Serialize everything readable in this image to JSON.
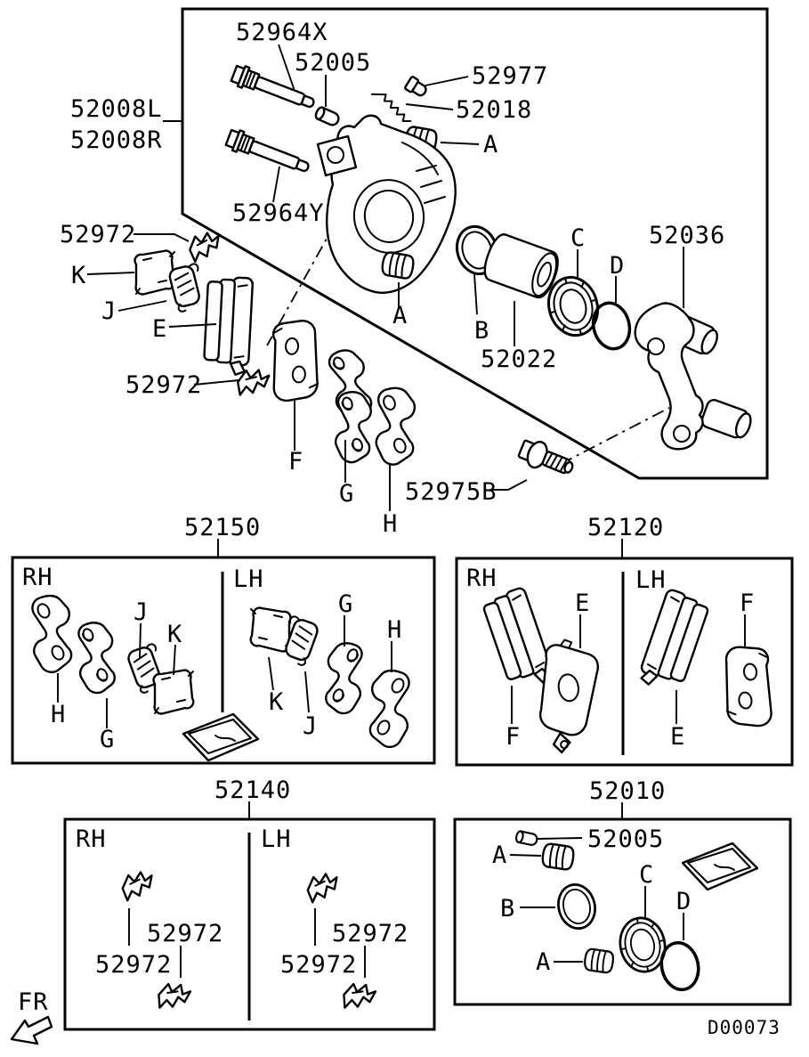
{
  "colors": {
    "ink": "#000000",
    "paper": "#ffffff"
  },
  "main_view": {
    "labels": {
      "pin_upper": "52964X",
      "sleeve": "52005",
      "cap": "52977",
      "bleeder_screw": "52018",
      "caliper_lh": "52008L",
      "caliper_rh": "52008R",
      "pin_lower": "52964Y",
      "clip_top": "52972",
      "clip_bottom": "52972",
      "k": "K",
      "j": "J",
      "e": "E",
      "a_top": "A",
      "a_mid": "A",
      "b": "B",
      "piston": "52022",
      "c": "C",
      "d": "D",
      "carrier": "52036",
      "f": "F",
      "g": "G",
      "h": "H",
      "lock_bolt": "52975B"
    }
  },
  "shim_kit": {
    "title": "52150",
    "rh": "RH",
    "lh": "LH",
    "rh_labels": {
      "h": "H",
      "g": "G",
      "j": "J",
      "k": "K"
    },
    "lh_labels": {
      "k": "K",
      "j": "J",
      "g": "G",
      "h": "H"
    }
  },
  "pad_kit": {
    "title": "52120",
    "rh": "RH",
    "lh": "LH",
    "rh_labels": {
      "f": "F",
      "e": "E"
    },
    "lh_labels": {
      "e": "E",
      "f": "F"
    }
  },
  "clip_kit": {
    "title": "52140",
    "rh": "RH",
    "lh": "LH",
    "rh_labels": {
      "clip_upper": "52972",
      "clip_lower": "52972"
    },
    "lh_labels": {
      "clip_upper": "52972",
      "clip_lower": "52972"
    }
  },
  "seal_kit": {
    "title": "52010",
    "labels": {
      "sleeve": "52005",
      "a_top": "A",
      "b": "B",
      "a_bottom": "A",
      "c": "C",
      "d": "D"
    }
  },
  "footer": {
    "drawing_code": "D00073",
    "front_marker": "FR"
  }
}
